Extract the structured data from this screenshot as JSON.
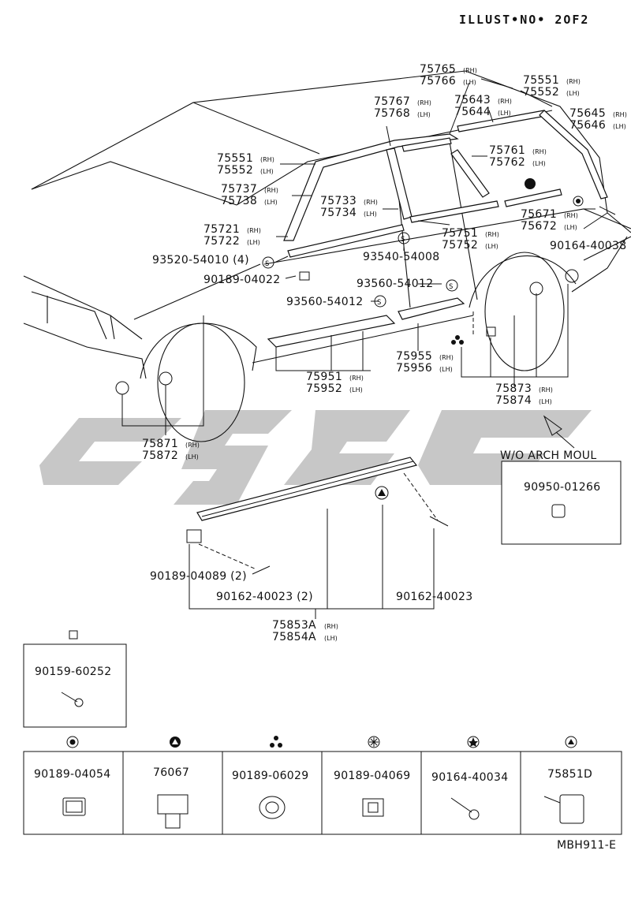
{
  "header": {
    "illust_no": "ILLUST•NO• 2OF2"
  },
  "footer": {
    "code": "MBH911-E"
  },
  "callouts": {
    "p75765": "75765",
    "p75766": "75766",
    "p75551a": "75551",
    "p75552a": "75552",
    "p75767": "75767",
    "p75768": "75768",
    "p75643": "75643",
    "p75644": "75644",
    "p75645": "75645",
    "p75646": "75646",
    "p75551b": "75551",
    "p75552b": "75552",
    "p75761": "75761",
    "p75762": "75762",
    "p75737": "75737",
    "p75738": "75738",
    "p75733": "75733",
    "p75734": "75734",
    "p75671": "75671",
    "p75672": "75672",
    "p75721": "75721",
    "p75722": "75722",
    "p75751": "75751",
    "p75752": "75752",
    "p90164_40038": "90164-40038",
    "p93520": "93520-54010 (4)",
    "p93540": "93540-54008",
    "p90189_04022": "90189-04022",
    "p93560a": "93560-54012",
    "p93560b": "93560-54012",
    "p75955": "75955",
    "p75956": "75956",
    "p75951": "75951",
    "p75952": "75952",
    "p75873": "75873",
    "p75874": "75874",
    "p75871": "75871",
    "p75872": "75872",
    "wo_arch": "W/O ARCH MOUL",
    "p90950": "90950-01266",
    "p90189_04089": "90189-04089 (2)",
    "p90162_40023a": "90162-40023 (2)",
    "p90162_40023b": "90162-40023",
    "p75853A": "75853A",
    "p75854A": "75854A",
    "p90159": "90159-60252"
  },
  "suffix": {
    "rh": "(RH)",
    "lh": "(LH)"
  },
  "legend": [
    {
      "symbol": "double-circle",
      "part": "90189-04054"
    },
    {
      "symbol": "filled-triangle-circle",
      "part": "76067"
    },
    {
      "symbol": "three-dots",
      "part": "90189-06029"
    },
    {
      "symbol": "asterisk-circle",
      "part": "90189-04069"
    },
    {
      "symbol": "filled-star-circle",
      "part": "90164-40034"
    },
    {
      "symbol": "open-triangle-circle",
      "part": "75851D"
    }
  ],
  "watermark": {
    "color": "#bdbdbd"
  }
}
